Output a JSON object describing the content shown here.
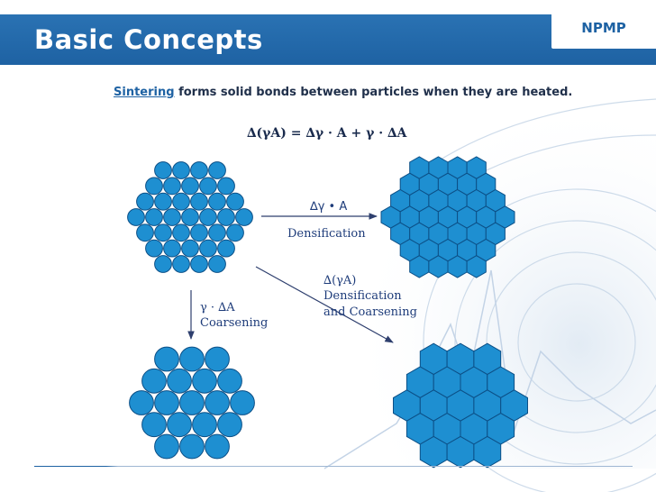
{
  "header": {
    "title": "Basic Concepts",
    "brand": "NPMP"
  },
  "intro": {
    "emphasis": "Sintering",
    "text": " forms solid bonds between particles when they are heated."
  },
  "equation": "∆(γA) = ∆γ · A + γ · ∆A",
  "paths": {
    "densification": {
      "formula": "∆γ • A",
      "label": "Densification"
    },
    "combined": {
      "formula": "∆(γA)",
      "label_line1": "Densification",
      "label_line2": "and Coarsening"
    },
    "coarsening": {
      "formula": "γ · ∆A",
      "label": "Coarsening"
    }
  },
  "colors": {
    "header": "#1e62a3",
    "particle_fill": "#1e8fd1",
    "particle_stroke": "#0c4f86",
    "arrow": "#2e3f6e",
    "text": "#1e3c7a"
  }
}
